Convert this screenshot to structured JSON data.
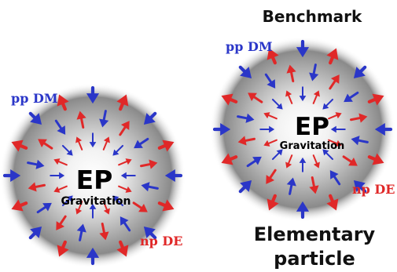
{
  "benchmark_title": "Benchmark",
  "left_sphere": {
    "core_label": "EP",
    "core_sublabel": "Gravitation",
    "inflow_label": "pp DM",
    "outflow_label": "np DE"
  },
  "right_sphere": {
    "core_label": "EP",
    "core_sublabel": "Gravitation",
    "inflow_label": "pp DM",
    "outflow_label": "np DE"
  },
  "caption_line1": "Elementary",
  "caption_line2": "particle",
  "colors": {
    "inflow": "#2a36c8",
    "outflow": "#e02828",
    "halo_dark": "#5a5a5a"
  }
}
